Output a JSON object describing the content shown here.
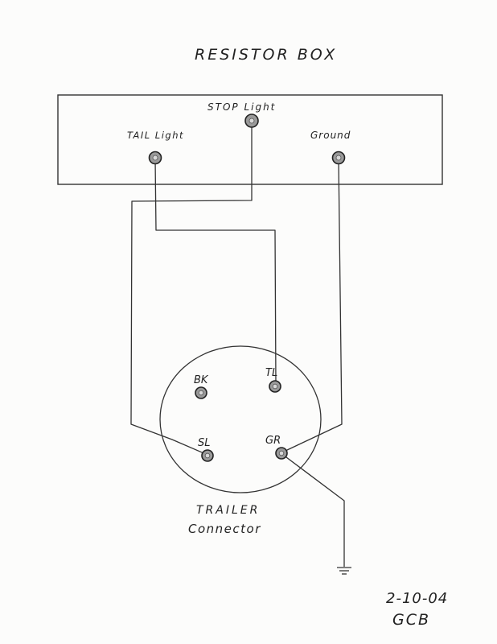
{
  "title": "RESISTOR BOX",
  "resistor_box": {
    "terminals": {
      "stop_light": "STOP Light",
      "tail_light": "TAIL Light",
      "ground": "Ground"
    }
  },
  "connector": {
    "pins": {
      "bk": "BK",
      "tl": "TL",
      "sl": "SL",
      "gr": "GR"
    },
    "label_line1": "TRAILER",
    "label_line2": "Connector"
  },
  "signature": {
    "date": "2-10-04",
    "initials": "GCB"
  },
  "colors": {
    "ink": "#222222",
    "paper": "#fcfcfb"
  }
}
